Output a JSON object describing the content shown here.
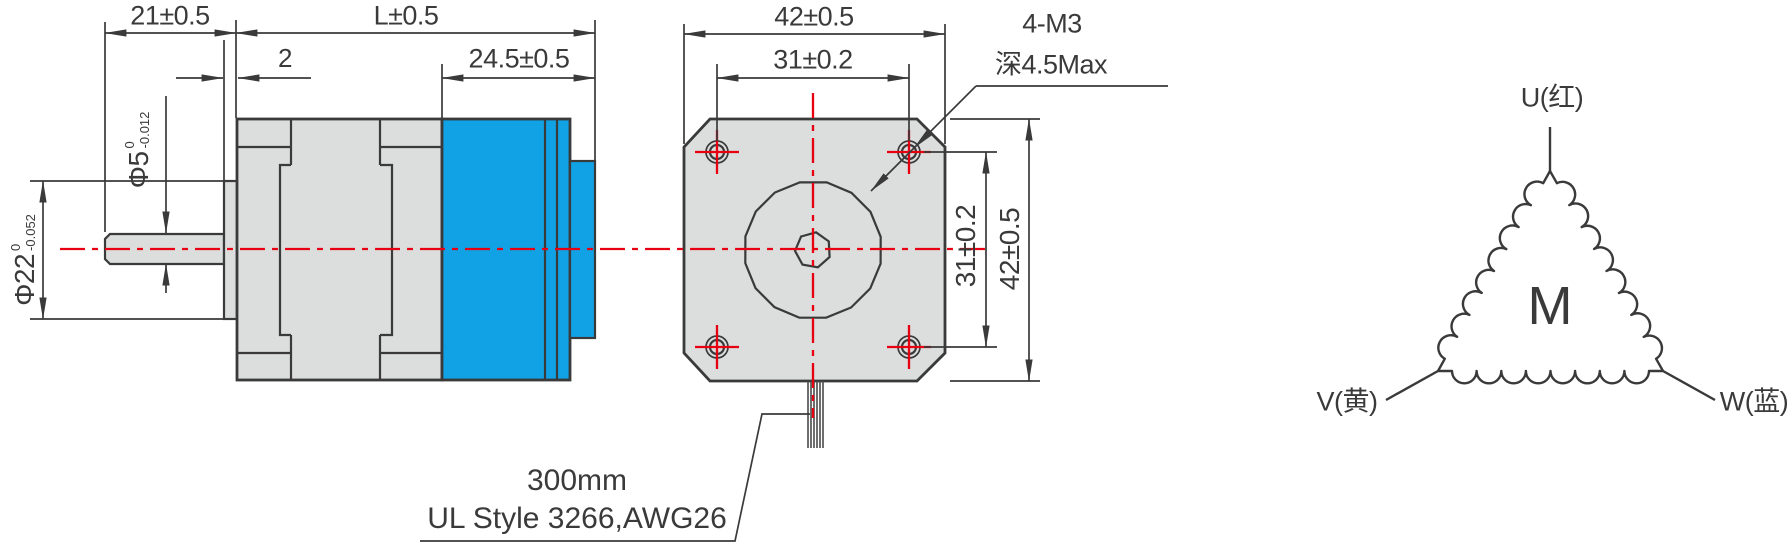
{
  "side_view": {
    "dims": {
      "shaft_length": "21±0.5",
      "body_length": "L±0.5",
      "hub_thickness": "2",
      "motor_length": "24.5±0.5",
      "shaft_dia": {
        "base": "Φ5",
        "upper": "0",
        "lower": "-0.012"
      },
      "hub_dia": {
        "base": "Φ22",
        "upper": "0",
        "lower": "-0.052"
      }
    }
  },
  "front_view": {
    "dims": {
      "width_top": "42±0.5",
      "hole_spacing_top": "31±0.2",
      "hole_spacing_right": "31±0.2",
      "height_right": "42±0.5"
    },
    "hole_note": {
      "line1": "4-M3",
      "line2": "深4.5Max"
    },
    "cable_note": {
      "line1": "300mm",
      "line2": "UL Style 3266,AWG26"
    }
  },
  "winding_diagram": {
    "motor_symbol": "M",
    "terminals": {
      "u": "U(红)",
      "v": "V(黄)",
      "w": "W(蓝)"
    }
  },
  "colors": {
    "line": "#3a3a3a",
    "housing": "#dcdddd",
    "motor": "#10a2e4",
    "centerline": "#e60012"
  }
}
